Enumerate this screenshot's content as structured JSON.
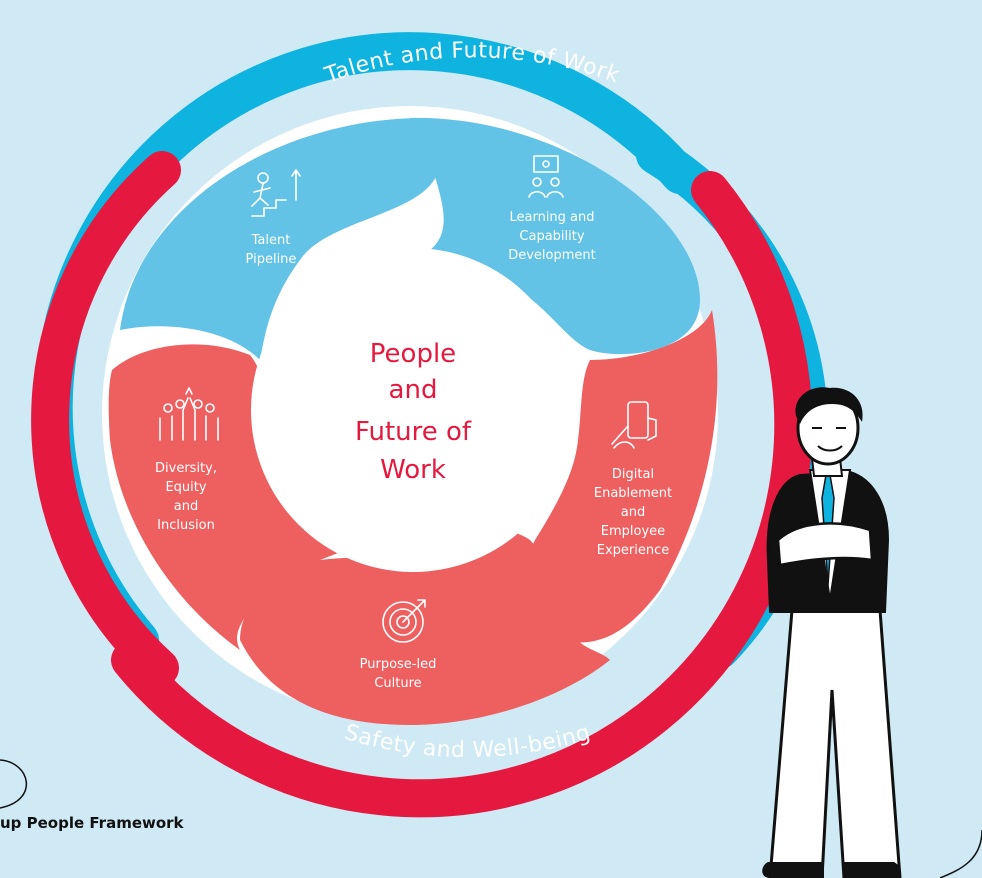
{
  "framework": {
    "caption": "up People Framework",
    "colors": {
      "background": "#cfe9f5",
      "blue_ring": "#0fb3e0",
      "red_ring": "#e5193f",
      "blue_segment": "#62c3e6",
      "red_segment": "#ee5f5f",
      "center_text": "#e5193f"
    }
  },
  "outer_rings": {
    "top": "Talent and Future of Work",
    "bottom": "Safety and Well-being"
  },
  "center": {
    "lines": [
      "People",
      "and",
      "Future of",
      "Work"
    ]
  },
  "segments": {
    "talent_pipeline": {
      "icon": "stairs-climber-icon",
      "lines": [
        "Talent",
        "Pipeline"
      ]
    },
    "learning": {
      "icon": "presentation-audience-icon",
      "lines": [
        "Learning and",
        "Capability",
        "Development"
      ]
    },
    "digital": {
      "icon": "hand-phone-icon",
      "lines": [
        "Digital",
        "Enablement",
        "and",
        "Employee",
        "Experience"
      ]
    },
    "culture": {
      "icon": "target-arrow-icon",
      "lines": [
        "Purpose-led",
        "Culture"
      ]
    },
    "diversity": {
      "icon": "raised-hands-group-icon",
      "lines": [
        "Diversity,",
        "Equity",
        "and",
        "Inclusion"
      ]
    }
  }
}
